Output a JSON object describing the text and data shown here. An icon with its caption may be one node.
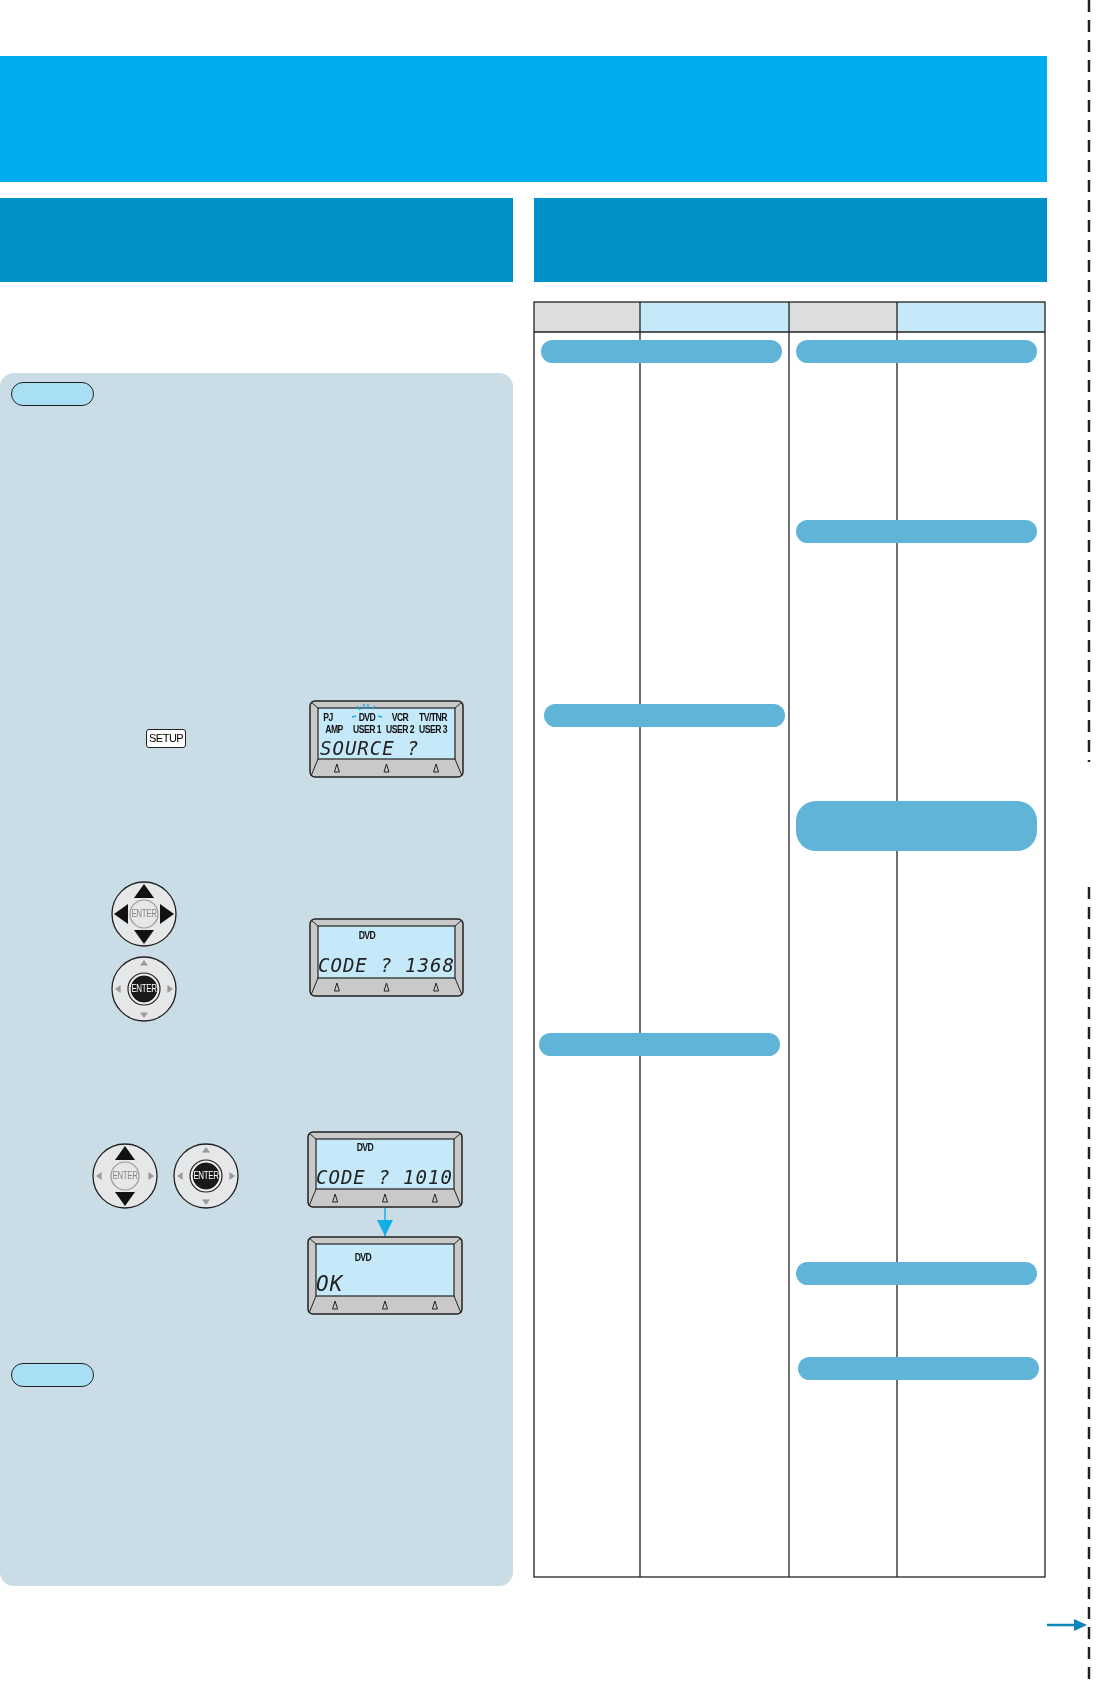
{
  "diagram": {
    "nodes": [
      {
        "text": [],
        "shape": "bar"
      },
      {
        "text": [],
        "shape": "bar"
      },
      {
        "text": [],
        "shape": "bar"
      },
      {
        "text": [],
        "shape": "box"
      },
      {
        "text": [],
        "shape": "box",
        "in": 3
      },
      {
        "text": [
          "PJ",
          "DVD",
          "VCR",
          "TV/TNR",
          "AMP",
          "USER 1",
          "USER 2",
          "USER 3",
          "SOURCE ?"
        ],
        "in": 3
      },
      {
        "text": [
          "DVD",
          "CODE ? 1368"
        ],
        "in": 3
      },
      {
        "text": [
          "DVD",
          "CODE ? 1010"
        ],
        "in": 3
      },
      {
        "text": [
          "DVD",
          "OK"
        ],
        "in": 3
      },
      {
        "text": [],
        "shape": "box",
        "in": 3
      },
      {
        "text": [],
        "shape": "bar"
      },
      {
        "text": [],
        "shape": "bar"
      },
      {
        "text": [],
        "shape": "bar"
      },
      {
        "text": [],
        "shape": "bar"
      },
      {
        "text": [],
        "shape": "bar"
      },
      {
        "text": [],
        "shape": "bar"
      },
      {
        "text": [],
        "shape": "bar"
      },
      {
        "text": [],
        "shape": "bar"
      }
    ],
    "edges": [
      {
        "from": 7,
        "to": 8,
        "arrow": "to"
      }
    ],
    "labels": [
      "SETUP",
      "ENTER",
      "ENTER",
      "ENTER",
      "ENTER"
    ]
  }
}
